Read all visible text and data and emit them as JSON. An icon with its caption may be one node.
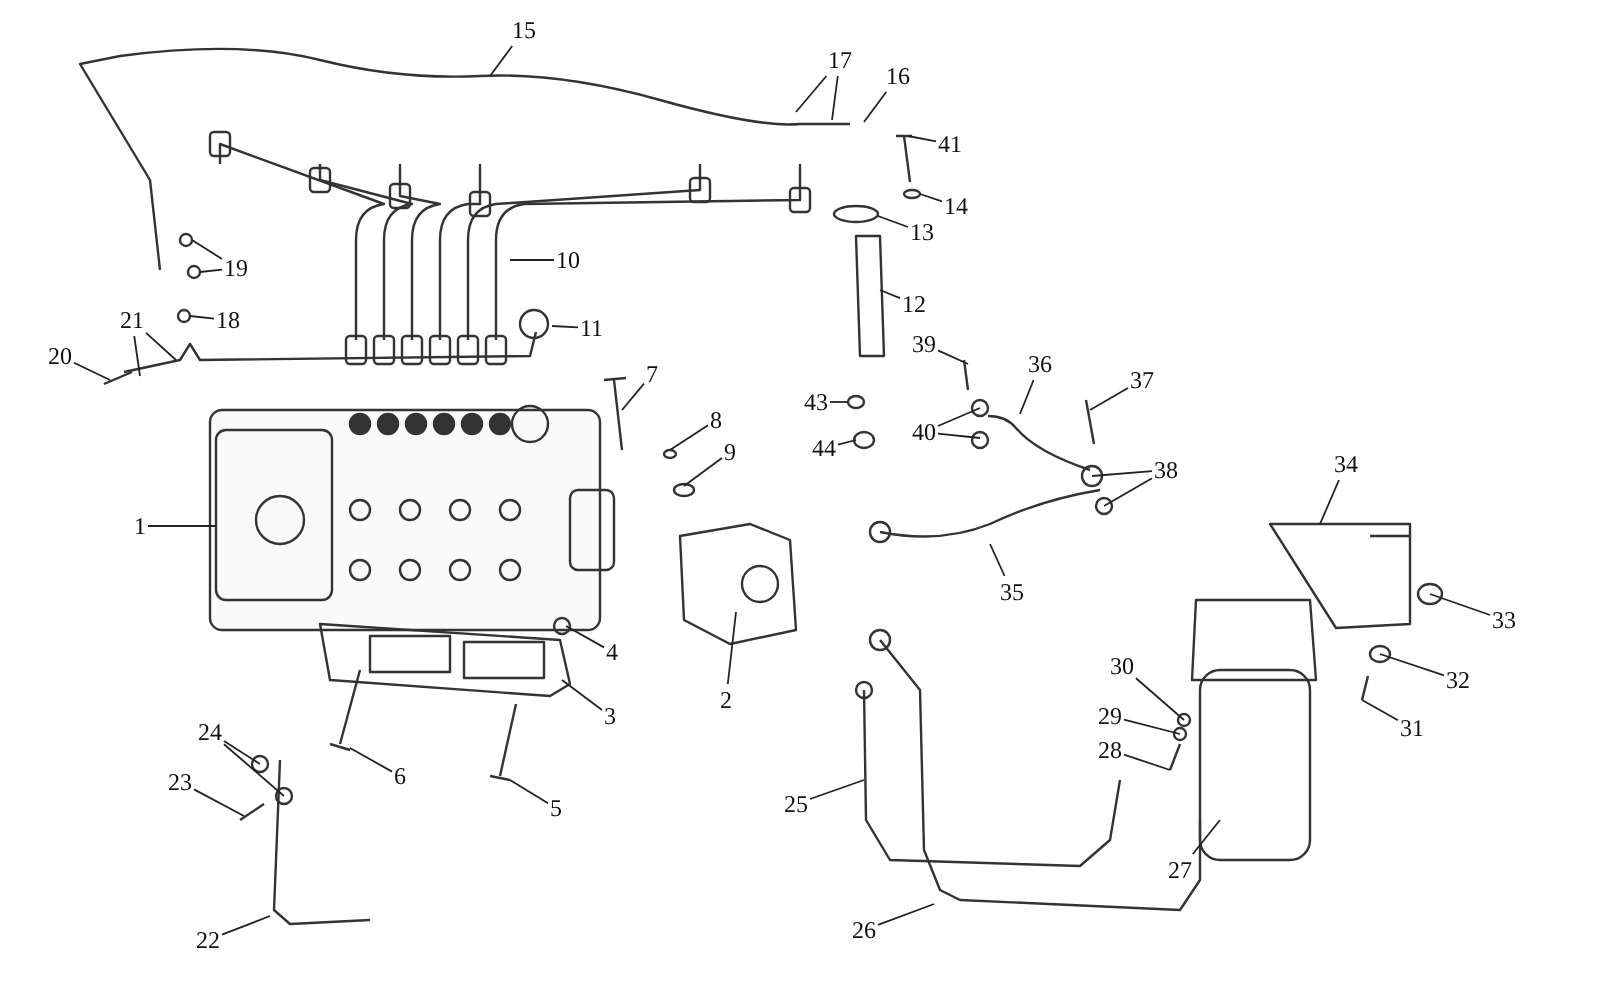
{
  "diagram": {
    "nodes": [
      {
        "text": [
          "1"
        ]
      },
      {
        "text": [
          "2"
        ]
      },
      {
        "text": [
          "3"
        ]
      },
      {
        "text": [
          "4"
        ]
      },
      {
        "text": [
          "5"
        ]
      },
      {
        "text": [
          "6"
        ]
      },
      {
        "text": [
          "7"
        ]
      },
      {
        "text": [
          "8"
        ]
      },
      {
        "text": [
          "9"
        ]
      },
      {
        "text": [
          "10"
        ]
      },
      {
        "text": [
          "11"
        ]
      },
      {
        "text": [
          "12"
        ]
      },
      {
        "text": [
          "13"
        ]
      },
      {
        "text": [
          "14"
        ]
      },
      {
        "text": [
          "15"
        ]
      },
      {
        "text": [
          "16"
        ]
      },
      {
        "text": [
          "17"
        ]
      },
      {
        "text": [
          "18"
        ]
      },
      {
        "text": [
          "19"
        ]
      },
      {
        "text": [
          "20"
        ]
      },
      {
        "text": [
          "21"
        ]
      },
      {
        "text": [
          "22"
        ]
      },
      {
        "text": [
          "23"
        ]
      },
      {
        "text": [
          "24"
        ]
      },
      {
        "text": [
          "25"
        ]
      },
      {
        "text": [
          "26"
        ]
      },
      {
        "text": [
          "27"
        ]
      },
      {
        "text": [
          "28"
        ]
      },
      {
        "text": [
          "29"
        ]
      },
      {
        "text": [
          "30"
        ]
      },
      {
        "text": [
          "31"
        ]
      },
      {
        "text": [
          "32"
        ]
      },
      {
        "text": [
          "33"
        ]
      },
      {
        "text": [
          "34"
        ]
      },
      {
        "text": [
          "35"
        ]
      },
      {
        "text": [
          "36"
        ]
      },
      {
        "text": [
          "37"
        ]
      },
      {
        "text": [
          "38"
        ]
      },
      {
        "text": [
          "39"
        ]
      },
      {
        "text": [
          "40"
        ]
      },
      {
        "text": [
          "41"
        ]
      },
      {
        "text": [
          "43"
        ]
      },
      {
        "text": [
          "44"
        ]
      }
    ],
    "edges": [
      {
        "from": 0,
        "to": null,
        "arrow": "none"
      },
      {
        "from": 1,
        "to": null,
        "arrow": "none"
      },
      {
        "from": 2,
        "to": null,
        "arrow": "none"
      },
      {
        "from": 3,
        "to": null,
        "arrow": "none"
      },
      {
        "from": 4,
        "to": null,
        "arrow": "none"
      },
      {
        "from": 5,
        "to": null,
        "arrow": "none"
      },
      {
        "from": 6,
        "to": null,
        "arrow": "none"
      },
      {
        "from": 7,
        "to": null,
        "arrow": "none"
      },
      {
        "from": 8,
        "to": null,
        "arrow": "none"
      },
      {
        "from": 9,
        "to": null,
        "arrow": "none"
      },
      {
        "from": 10,
        "to": null,
        "arrow": "none"
      },
      {
        "from": 11,
        "to": null,
        "arrow": "none"
      },
      {
        "from": 12,
        "to": null,
        "arrow": "none"
      },
      {
        "from": 13,
        "to": null,
        "arrow": "none"
      },
      {
        "from": 14,
        "to": null,
        "arrow": "none"
      },
      {
        "from": 15,
        "to": null,
        "arrow": "none"
      },
      {
        "from": 16,
        "to": null,
        "arrow": "none"
      },
      {
        "from": 16,
        "to": null,
        "arrow": "none"
      },
      {
        "from": 17,
        "to": null,
        "arrow": "none"
      },
      {
        "from": 18,
        "to": null,
        "arrow": "none"
      },
      {
        "from": 18,
        "to": null,
        "arrow": "none"
      },
      {
        "from": 19,
        "to": null,
        "arrow": "none"
      },
      {
        "from": 20,
        "to": null,
        "arrow": "none"
      },
      {
        "from": 20,
        "to": null,
        "arrow": "none"
      },
      {
        "from": 21,
        "to": null,
        "arrow": "none"
      },
      {
        "from": 22,
        "to": null,
        "arrow": "none"
      },
      {
        "from": 23,
        "to": null,
        "arrow": "none"
      },
      {
        "from": 23,
        "to": null,
        "arrow": "none"
      },
      {
        "from": 24,
        "to": null,
        "arrow": "none"
      },
      {
        "from": 25,
        "to": null,
        "arrow": "none"
      },
      {
        "from": 26,
        "to": null,
        "arrow": "none"
      },
      {
        "from": 27,
        "to": null,
        "arrow": "none"
      },
      {
        "from": 28,
        "to": null,
        "arrow": "none"
      },
      {
        "from": 29,
        "to": null,
        "arrow": "none"
      },
      {
        "from": 30,
        "to": null,
        "arrow": "none"
      },
      {
        "from": 31,
        "to": null,
        "arrow": "none"
      },
      {
        "from": 32,
        "to": null,
        "arrow": "none"
      },
      {
        "from": 33,
        "to": null,
        "arrow": "none"
      },
      {
        "from": 34,
        "to": null,
        "arrow": "none"
      },
      {
        "from": 35,
        "to": null,
        "arrow": "none"
      },
      {
        "from": 36,
        "to": null,
        "arrow": "none"
      },
      {
        "from": 37,
        "to": null,
        "arrow": "none"
      },
      {
        "from": 37,
        "to": null,
        "arrow": "none"
      },
      {
        "from": 38,
        "to": null,
        "arrow": "none"
      },
      {
        "from": 39,
        "to": null,
        "arrow": "none"
      },
      {
        "from": 39,
        "to": null,
        "arrow": "none"
      },
      {
        "from": 40,
        "to": null,
        "arrow": "none"
      },
      {
        "from": 41,
        "to": null,
        "arrow": "none"
      },
      {
        "from": 42,
        "to": null,
        "arrow": "none"
      }
    ]
  }
}
